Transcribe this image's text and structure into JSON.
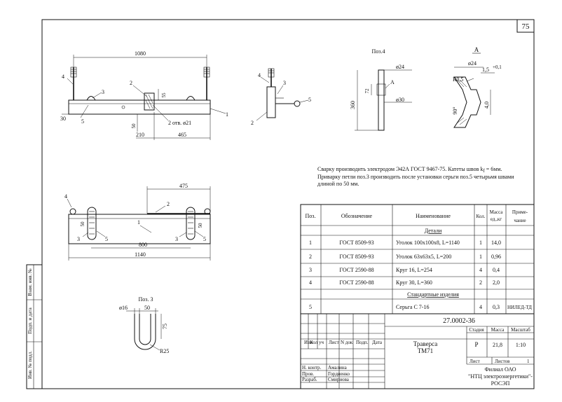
{
  "sheet_number": "75",
  "left_strip": {
    "vzam": "Взам. инв. №",
    "podp_data": "Подп. и дата",
    "inv_podl": "Инв. № подл."
  },
  "view_main": {
    "dim_total": "1080",
    "dim_55": "55",
    "dim_50": "50",
    "dim_30": "30",
    "dim_210": "210",
    "dim_465": "465",
    "hole_note": "2 отв. ø21",
    "pos1": "1",
    "pos2": "2",
    "pos3": "3",
    "pos4": "4",
    "pos5": "5"
  },
  "view_side": {
    "pos2": "2",
    "pos3": "3",
    "pos4": "4",
    "pos5": "5"
  },
  "pos4_detail": {
    "title": "Поз.4",
    "d24": "ø24",
    "d30": "ø30",
    "dim_72": "72",
    "dim_360": "360",
    "mark": "А"
  },
  "section_a": {
    "title": "А",
    "d24": "ø24",
    "dim_15": "1,5",
    "tol": "+0,1",
    "r05": "R0,5",
    "angle": "90°",
    "dim_40": "4,0"
  },
  "notes": {
    "line1": "Сварку производить электродом Э42А ГОСТ 9467-75.  Катеты швов k",
    "line1_sub": "f",
    "line1_tail": " = 6мм.",
    "line2": "Приварку петли поз.3 производить после установки серьги поз.5 четырьмя швами",
    "line3": "длиной по 50 мм."
  },
  "view_plan": {
    "dim_475": "475",
    "dim_800": "800",
    "dim_1140": "1140",
    "dim_50": "50",
    "pos1": "1",
    "pos2": "2",
    "pos3": "3",
    "pos4": "4",
    "pos5": "5"
  },
  "pos3_detail": {
    "title": "Поз. 3",
    "d16": "ø16",
    "dim_50": "50",
    "dim_75": "75",
    "r25": "R25"
  },
  "spec": {
    "headers": {
      "pos": "Поз.",
      "designation": "Обозначение",
      "name": "Наименование",
      "qty": "Кол.",
      "mass_l1": "Масса",
      "mass_l2": "ед.,кг",
      "note_l1": "Приме-",
      "note_l2": "чание"
    },
    "section_details": "Детали",
    "section_standard": "Стандартные изделия",
    "rows": [
      {
        "pos": "1",
        "designation": "ГОСТ 8509-93",
        "name": "Уголок 100х100х8, L=1140",
        "qty": "1",
        "mass": "14,0",
        "note": ""
      },
      {
        "pos": "2",
        "designation": "ГОСТ 8509-93",
        "name": "Уголок 63х63х5, L=200",
        "qty": "1",
        "mass": "0,96",
        "note": ""
      },
      {
        "pos": "3",
        "designation": "ГОСТ 2590-88",
        "name": "Круг 16, L=254",
        "qty": "4",
        "mass": "0,4",
        "note": ""
      },
      {
        "pos": "4",
        "designation": "ГОСТ 2590-88",
        "name": "Круг 30, L=360",
        "qty": "2",
        "mass": "2,0",
        "note": ""
      },
      {
        "pos": "5",
        "designation": "",
        "name": "Серьга С 7-16",
        "qty": "4",
        "mass": "0,3",
        "note": "НИЛЕД-ТД"
      }
    ]
  },
  "title_block": {
    "doc_code": "27.0002-36",
    "col_izm": "Изм",
    "col_kol": "Кол уч",
    "col_list": "Лист",
    "col_ndok": "N док",
    "col_podp": "Подп.",
    "col_data": "Дата",
    "role1": "Н. контр.",
    "name1": "Амалина",
    "role2": "Пров.",
    "name2": "Гордиенко",
    "role3": "Разраб.",
    "name3": "Смирнова",
    "title_l1": "Траверса",
    "title_l2": "ТМ71",
    "stage_hdr": "Стадия",
    "mass_hdr": "Масса",
    "scale_hdr": "Масштаб",
    "stage": "Р",
    "mass": "21,8",
    "scale": "1:10",
    "sheet_lbl": "Лист",
    "sheets_lbl": "Листов",
    "sheets": "1",
    "org_l1": "Филиал ОАО",
    "org_l2": "\"НТЦ электроэнергетики\"-",
    "org_l3": "РОСЭП"
  }
}
